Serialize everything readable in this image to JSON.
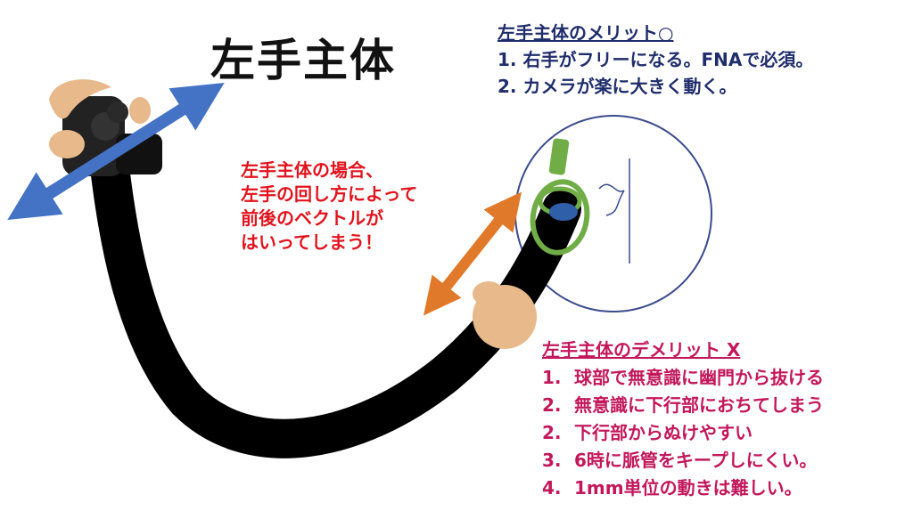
{
  "title": "左手主体",
  "merits": {
    "heading": "左手主体のメリット○",
    "items": [
      "1. 右手がフリーになる。FNAで必須。",
      "2. カメラが楽に大きく動く。"
    ]
  },
  "note": {
    "lines": [
      "左手主体の場合、",
      "左手の回し方によって",
      "前後のベクトルが",
      "はいってしまう！"
    ]
  },
  "demerits": {
    "heading": "左手主体のデメリット X",
    "items": [
      {
        "num": "1.",
        "text": "球部で無意識に幽門から抜ける"
      },
      {
        "num": "2.",
        "text": "無意識に下行部におちてしまう"
      },
      {
        "num": "2.",
        "text": "下行部からぬけやすい"
      },
      {
        "num": "3.",
        "text": "6時に脈管をキープしにくい。"
      },
      {
        "num": "4.",
        "text": "1mm単位の動きは難しい。"
      }
    ]
  },
  "colors": {
    "merit_text": "#1f2d6b",
    "note_text": "#e0141e",
    "demerit_text": "#c2185b",
    "blue_arrow": "#4472c4",
    "orange_arrow": "#e07a2a",
    "hand": "#e8b98a",
    "scope_green": "#70ad47",
    "scope_body": "#000000"
  }
}
